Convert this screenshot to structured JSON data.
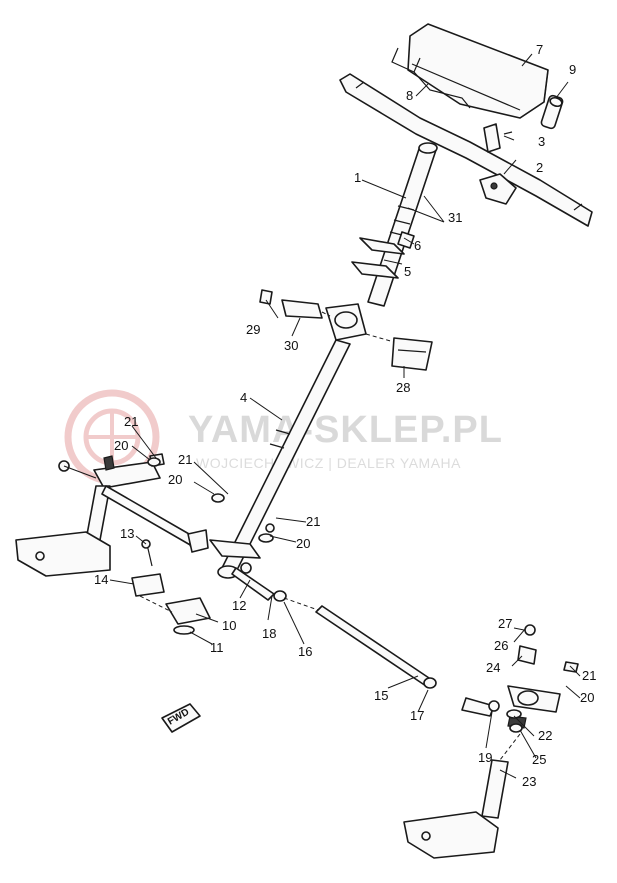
{
  "watermark": {
    "title": "YAMA-SKLEP.PL",
    "subtitle": "WOJCIECHOWICZ | DEALER YAMAHA",
    "logo_color": "#e7a1a1"
  },
  "fwd_label": "FWD",
  "callouts": [
    "1",
    "2",
    "3",
    "4",
    "5",
    "6",
    "7",
    "8",
    "9",
    "10",
    "11",
    "12",
    "13",
    "14",
    "15",
    "16",
    "17",
    "18",
    "19",
    "20",
    "20",
    "20",
    "20",
    "21",
    "21",
    "21",
    "21",
    "22",
    "23",
    "24",
    "25",
    "26",
    "27",
    "28",
    "29",
    "30",
    "31"
  ]
}
